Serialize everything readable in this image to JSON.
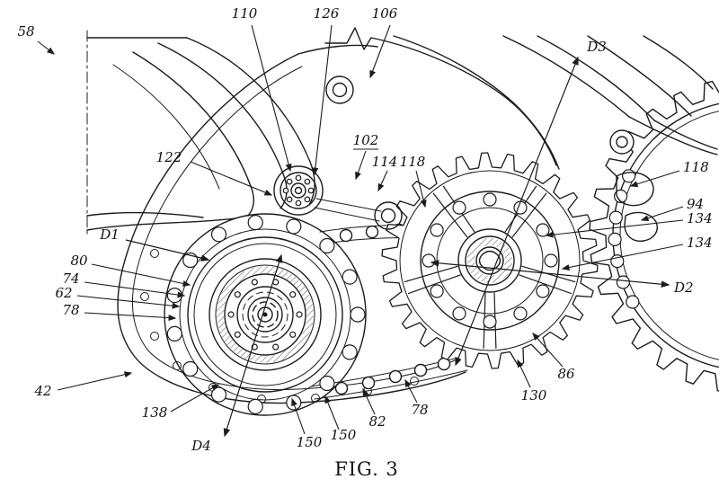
{
  "colors": {
    "ink": "#1c1c1c",
    "paper": "#ffffff"
  },
  "figure": {
    "caption": "FIG. 3"
  },
  "labels": [
    {
      "ref": "58"
    },
    {
      "ref": "110"
    },
    {
      "ref": "126"
    },
    {
      "ref": "106"
    },
    {
      "ref": "122"
    },
    {
      "ref": "102"
    },
    {
      "ref": "114"
    },
    {
      "ref": "118"
    },
    {
      "ref": "D3"
    },
    {
      "ref": "118"
    },
    {
      "ref": "94"
    },
    {
      "ref": "134"
    },
    {
      "ref": "134"
    },
    {
      "ref": "D2"
    },
    {
      "ref": "D1"
    },
    {
      "ref": "80"
    },
    {
      "ref": "74"
    },
    {
      "ref": "62"
    },
    {
      "ref": "78"
    },
    {
      "ref": "42"
    },
    {
      "ref": "138"
    },
    {
      "ref": "D4"
    },
    {
      "ref": "150"
    },
    {
      "ref": "150"
    },
    {
      "ref": "82"
    },
    {
      "ref": "78"
    },
    {
      "ref": "130"
    },
    {
      "ref": "86"
    }
  ]
}
